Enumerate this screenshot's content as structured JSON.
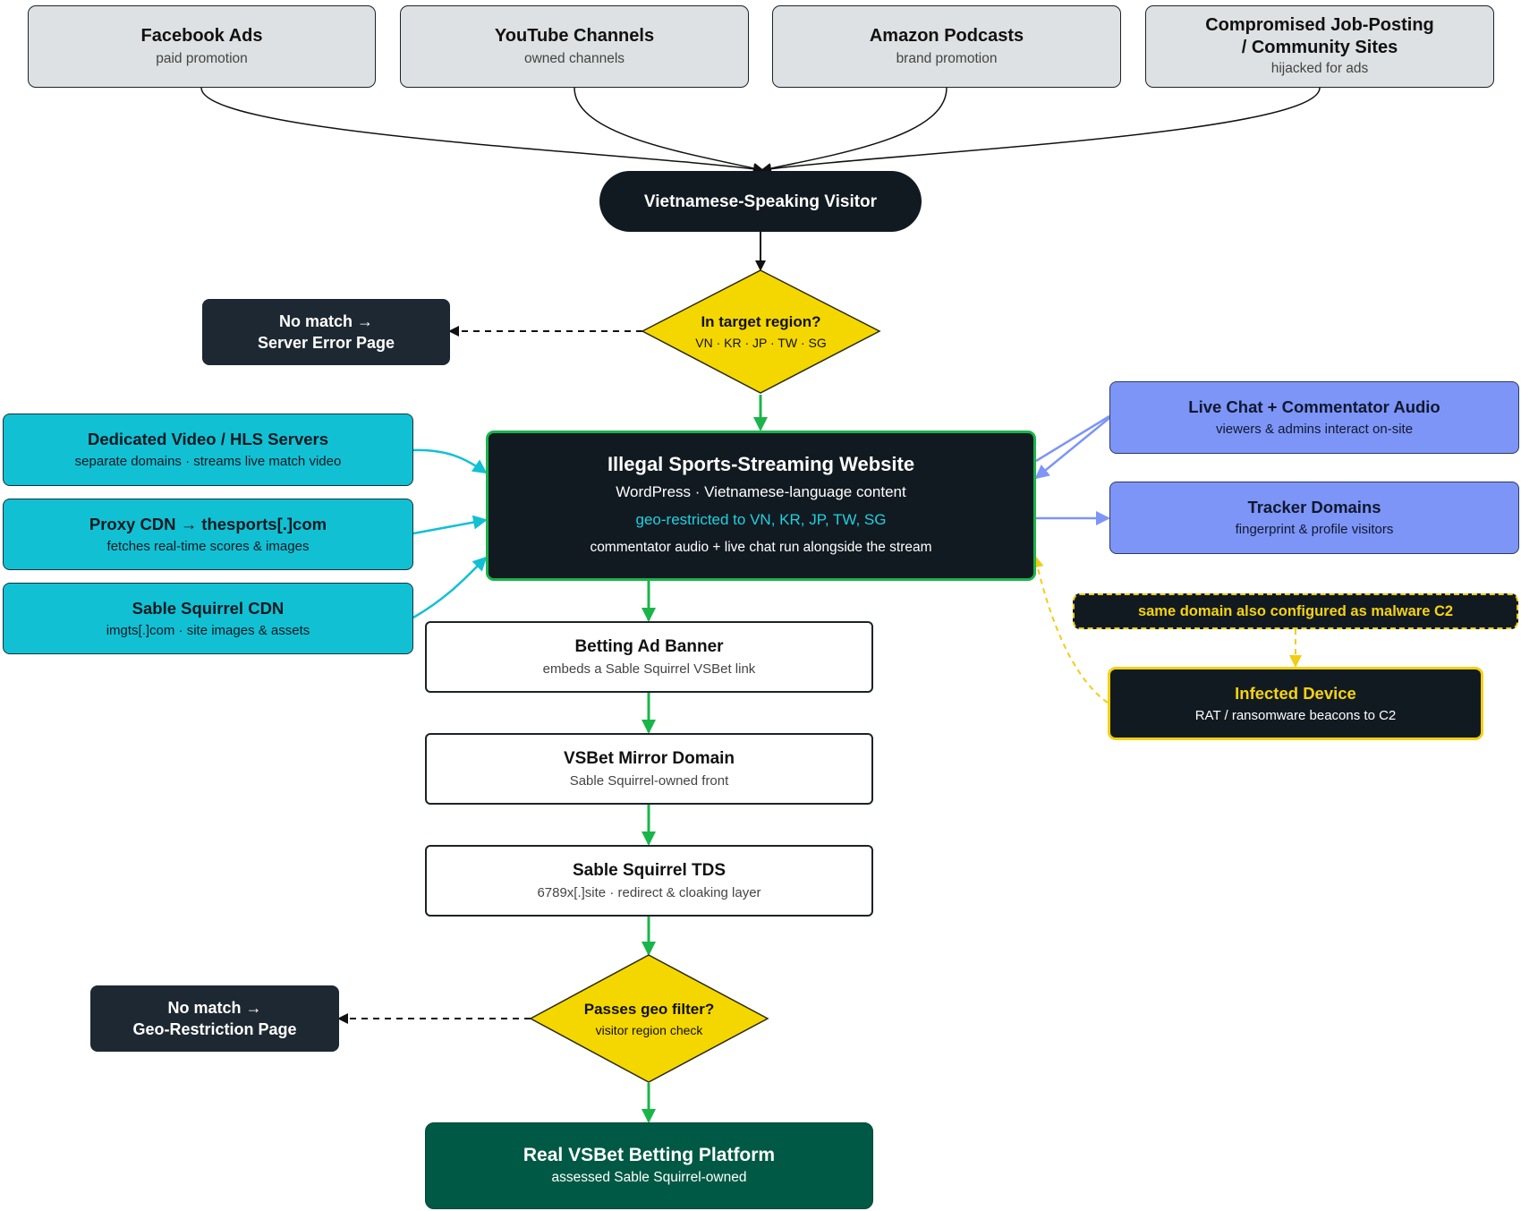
{
  "sources": {
    "facebook": {
      "title": "Facebook Ads",
      "sub": "paid promotion"
    },
    "youtube": {
      "title": "YouTube Channels",
      "sub": "owned channels"
    },
    "amazon": {
      "title": "Amazon Podcasts",
      "sub": "brand promotion"
    },
    "compromised": {
      "title_line1": "Compromised Job-Posting",
      "title_line2": "/ Community Sites",
      "sub": "hijacked for ads"
    }
  },
  "visitor": {
    "title": "Vietnamese-Speaking Visitor"
  },
  "region_decision": {
    "title": "In target region?",
    "sub": "VN · KR · JP · TW · SG"
  },
  "server_error": {
    "line1": "No match →",
    "line2": "Server Error Page"
  },
  "infra_left": {
    "video": {
      "title": "Dedicated Video / HLS Servers",
      "sub": "separate domains · streams live match video"
    },
    "proxy": {
      "title": "Proxy CDN → thesports[.]com",
      "sub": "fetches real-time scores & images"
    },
    "cdn": {
      "title": "Sable Squirrel CDN",
      "sub": "imgts[.]com · site images & assets"
    }
  },
  "main_site": {
    "title": "Illegal Sports-Streaming Website",
    "sub": "WordPress · Vietnamese-language content",
    "geo": "geo-restricted to VN, KR, JP, TW, SG",
    "note": "commentator audio + live chat run alongside the stream"
  },
  "infra_right": {
    "chat": {
      "title": "Live Chat + Commentator Audio",
      "sub": "viewers & admins interact on-site"
    },
    "tracker": {
      "title": "Tracker Domains",
      "sub": "fingerprint & profile visitors"
    }
  },
  "c2_note": {
    "text": "same domain also configured as malware C2"
  },
  "infected": {
    "title": "Infected Device",
    "sub": "RAT / ransomware beacons to C2"
  },
  "chain": {
    "banner": {
      "title": "Betting Ad Banner",
      "sub": "embeds a Sable Squirrel VSBet link"
    },
    "mirror": {
      "title": "VSBet Mirror Domain",
      "sub": "Sable Squirrel-owned front"
    },
    "tds": {
      "title": "Sable Squirrel TDS",
      "sub": "6789x[.]site · redirect & cloaking layer"
    }
  },
  "geo_decision": {
    "title": "Passes geo filter?",
    "sub": "visitor region check"
  },
  "geo_restriction": {
    "line1": "No match →",
    "line2": "Geo-Restriction Page"
  },
  "final": {
    "title": "Real VSBet Betting Platform",
    "sub": "assessed Sable Squirrel-owned"
  },
  "colors": {
    "flow_green": "#19b54a",
    "decision_yellow": "#f5d700",
    "infra_cyan": "#12c0d4",
    "tracker_blue": "#7d95f6",
    "c2_yellow": "#f2cd14",
    "final_green": "#005944"
  }
}
